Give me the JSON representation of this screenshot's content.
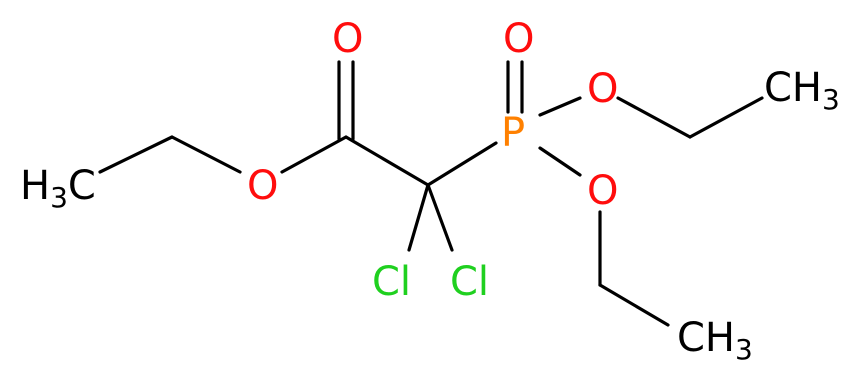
{
  "molecule": {
    "atoms": {
      "ch3_left": {
        "main": "H",
        "sub": "3",
        "tail": "C"
      },
      "o_ester": {
        "text": "O"
      },
      "o_carbonyl": {
        "text": "O"
      },
      "p": {
        "text": "P"
      },
      "o_pd": {
        "text": "O"
      },
      "o_p1": {
        "text": "O"
      },
      "o_p2": {
        "text": "O"
      },
      "ch3_top": {
        "main": "CH",
        "sub": "3"
      },
      "ch3_bottom": {
        "main": "CH",
        "sub": "3"
      },
      "cl_left": {
        "text": "Cl"
      },
      "cl_right": {
        "text": "Cl"
      }
    }
  },
  "colors": {
    "bond": "#000000",
    "carbon": "#000000",
    "oxygen": "#ff0d0d",
    "phosphorus": "#ff8000",
    "chlorine": "#1fd01f"
  }
}
